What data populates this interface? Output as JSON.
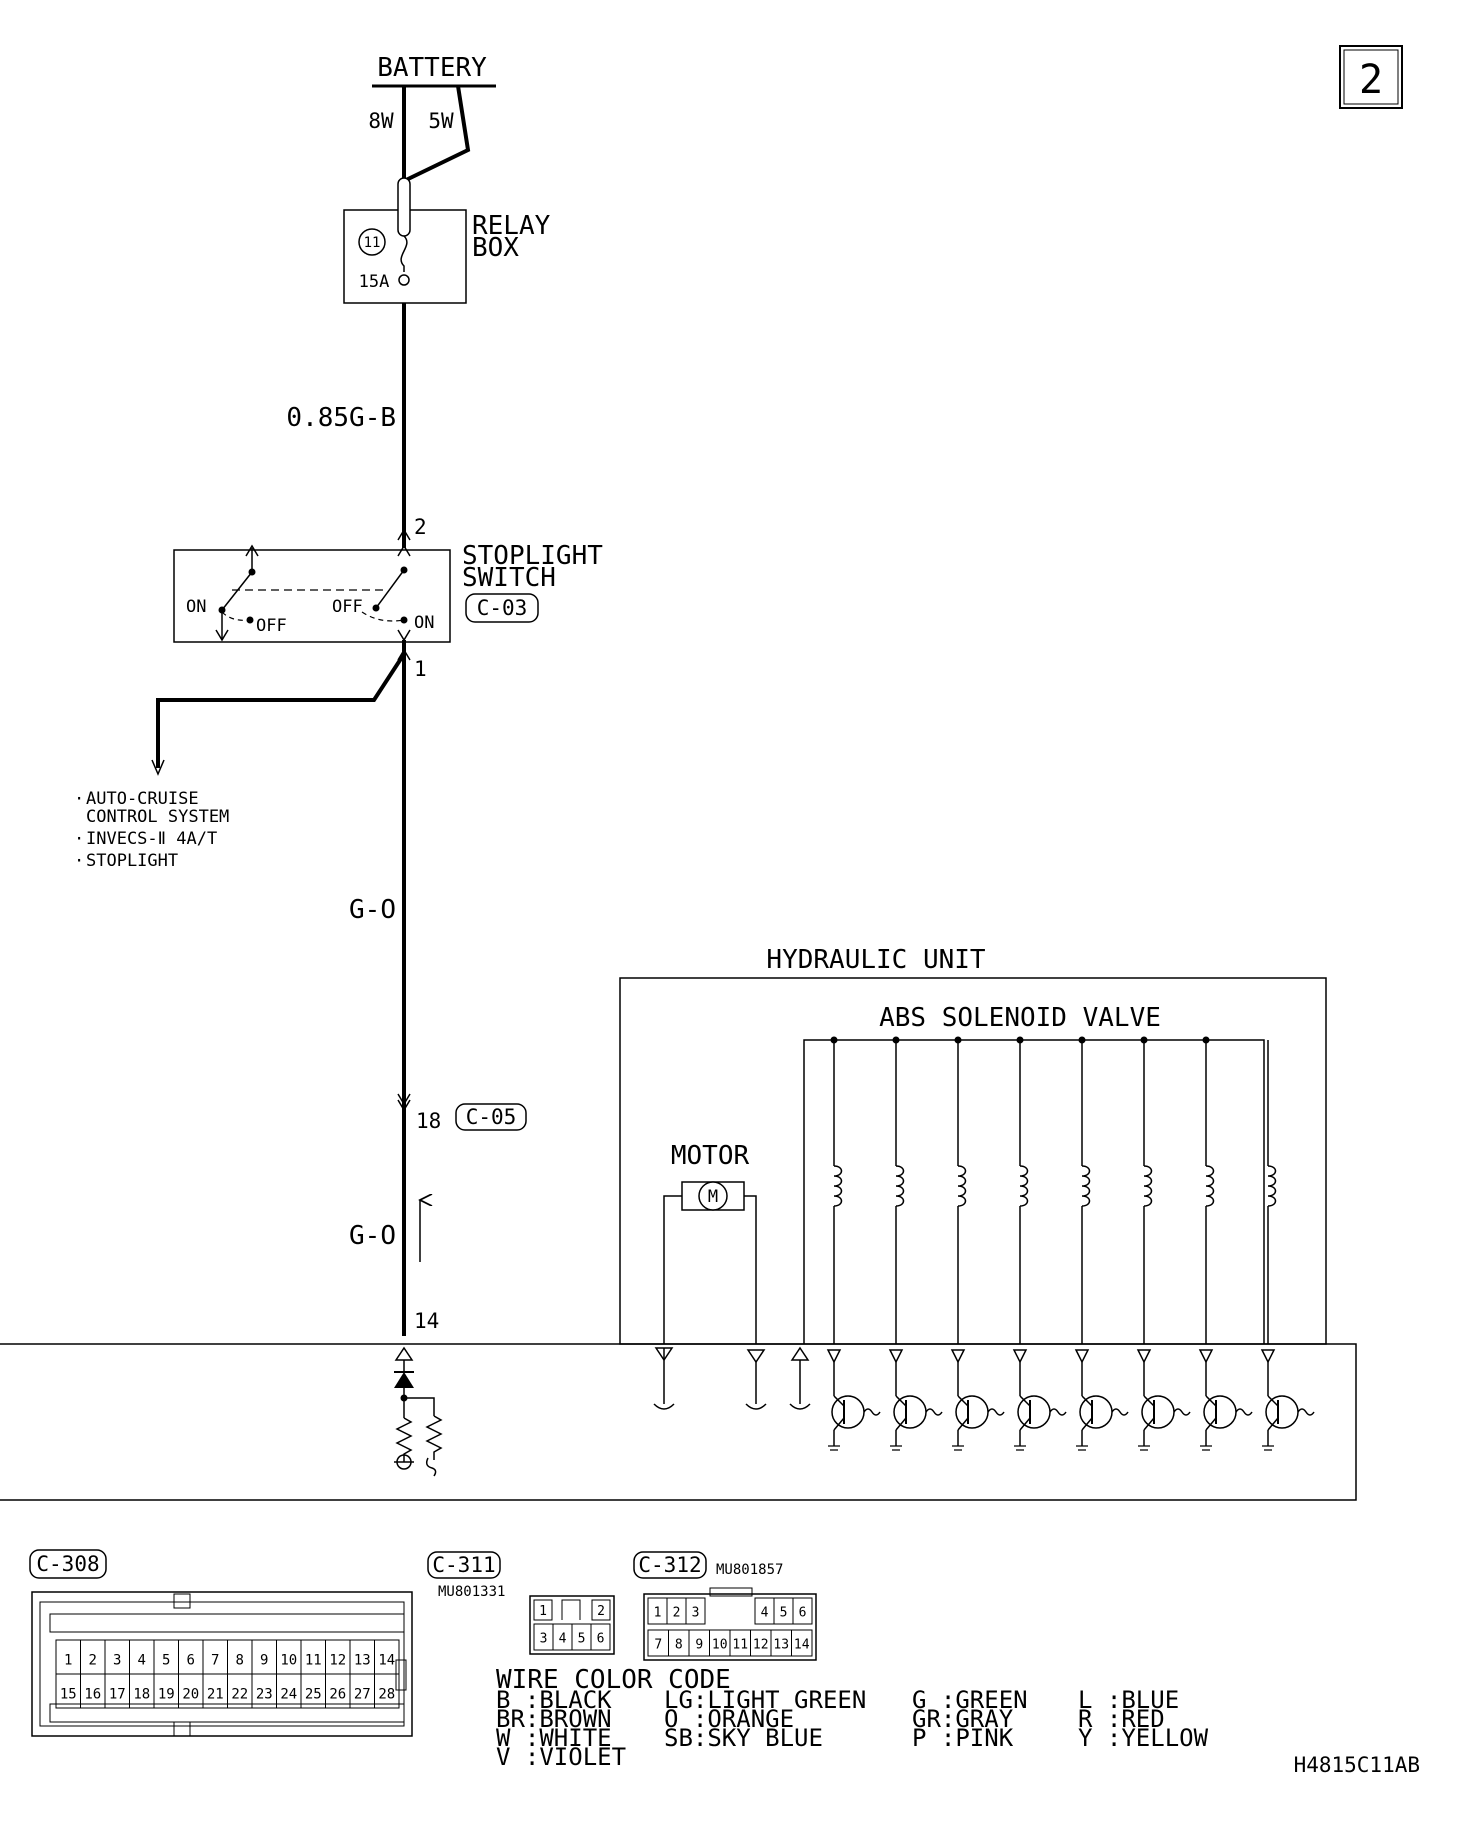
{
  "page": {
    "number": "2",
    "figure_code": "H4815C11AB"
  },
  "battery": {
    "label": "BATTERY",
    "wire_left": "8W",
    "wire_right": "5W"
  },
  "relay_box": {
    "label_line1": "RELAY",
    "label_line2": "BOX",
    "fuse_number": "11",
    "fuse_rating": "15A"
  },
  "wires": {
    "relay_to_switch": "0.85G-B",
    "switch_to_c05": "G-O",
    "c05_to_ecu": "G-O"
  },
  "stoplight_switch": {
    "label_line1": "STOPLIGHT",
    "label_line2": "SWITCH",
    "connector": "C-03",
    "pin_in": "2",
    "pin_out": "1",
    "on_left": "ON",
    "off_left": "OFF",
    "off_right": "OFF",
    "on_right": "ON"
  },
  "branch_systems": [
    "AUTO-CRUISE",
    "CONTROL SYSTEM",
    "INVECS-Ⅱ 4A/T",
    "STOPLIGHT"
  ],
  "connector_c05": {
    "pin": "18",
    "id": "C-05"
  },
  "ecu_pin": "14",
  "hydraulic_unit": {
    "label": "HYDRAULIC UNIT",
    "motor_label": "MOTOR",
    "motor_symbol": "M",
    "valve_label": "ABS SOLENOID VALVE"
  },
  "connectors": {
    "c308": {
      "id": "C-308",
      "pins_top": [
        "1",
        "2",
        "3",
        "4",
        "5",
        "6",
        "7",
        "8",
        "9",
        "10",
        "11",
        "12",
        "13",
        "14"
      ],
      "pins_bottom": [
        "15",
        "16",
        "17",
        "18",
        "19",
        "20",
        "21",
        "22",
        "23",
        "24",
        "25",
        "26",
        "27",
        "28"
      ]
    },
    "c311": {
      "id": "C-311",
      "part_no": "MU801331",
      "pins_top": [
        "1",
        "2"
      ],
      "pins_bottom": [
        "3",
        "4",
        "5",
        "6"
      ]
    },
    "c312": {
      "id": "C-312",
      "part_no": "MU801857",
      "pins_top": [
        "1",
        "2",
        "3",
        "4",
        "5",
        "6"
      ],
      "pins_bottom": [
        "7",
        "8",
        "9",
        "10",
        "11",
        "12",
        "13",
        "14"
      ]
    }
  },
  "wire_color_code": {
    "title": "WIRE COLOR CODE",
    "columns": [
      [
        "B :BLACK",
        "BR:BROWN",
        "W :WHITE",
        "V :VIOLET"
      ],
      [
        "LG:LIGHT GREEN",
        "O :ORANGE",
        "SB:SKY BLUE"
      ],
      [
        "G :GREEN",
        "GR:GRAY",
        "P :PINK"
      ],
      [
        "L :BLUE",
        "R :RED",
        "Y :YELLOW"
      ]
    ]
  }
}
